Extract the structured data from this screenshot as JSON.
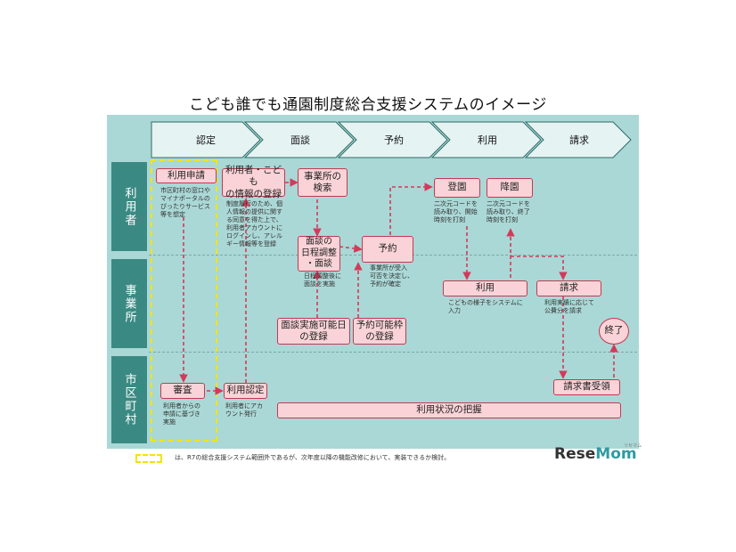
{
  "title": "こども誰でも通園制度総合支援システムのイメージ",
  "phases": [
    "認定",
    "面談",
    "予約",
    "利用",
    "請求"
  ],
  "rows": [
    "利用者",
    "事業所",
    "市区町村"
  ],
  "boxes": {
    "riyou_shinsei": "利用申請",
    "toroku": "利用者・こども\nの情報の登録",
    "kensaku": "事業所の\n検索",
    "nittei": "面談の\n日程調整\n・面談",
    "yoyaku": "予約",
    "toen": "登園",
    "koen": "降園",
    "mendan_kanou": "面談実施可能日\nの登録",
    "yoyaku_kanou": "予約可能枠\nの登録",
    "riyou": "利用",
    "seikyu": "請求",
    "shuryo": "終了",
    "shinsa": "審査",
    "riyou_nintei": "利用認定",
    "seikyusho": "請求書受領",
    "haaku": "利用状況の把握"
  },
  "notes": {
    "shinsei": "市区町村の窓口や\nマイナポータルの\nぴったりサービス\n等を想定",
    "toroku": "制度履行のため、個\n人情報の提供に関す\nる同意を得た上で、\n利用者アカウントに\nログインし、アレル\nギー情報等を登録",
    "nittei": "日程調整後に\n面談を実施",
    "yoyaku": "事業所が受入\n可否を決定し、\n予約が確定",
    "toen": "二次元コードを\n読み取り、開始\n時刻を打刻",
    "koen": "二次元コードを\n読み取り、終了\n時刻を打刻",
    "riyou": "こどもの様子をシステムに\n入力",
    "seikyu": "利用実績に応じて\n公費分を請求",
    "shinsa": "利用者からの\n申請に基づき\n実施",
    "nintei": "利用者にアカ\nウント発行"
  },
  "legend": "は、R7の総合支援システム範囲外であるが、次年度以降の機能改修において、実装できるか検討。",
  "logo": {
    "main": "Rese",
    "accent": "Mom",
    "sub": "リセマム"
  },
  "colors": {
    "panel": "#aad8d6",
    "row_head": "#3a8a83",
    "box_fill": "#f9d3d7",
    "box_border": "#c13a52",
    "arrow": "#d23a5a",
    "scope": "#f2e500"
  }
}
